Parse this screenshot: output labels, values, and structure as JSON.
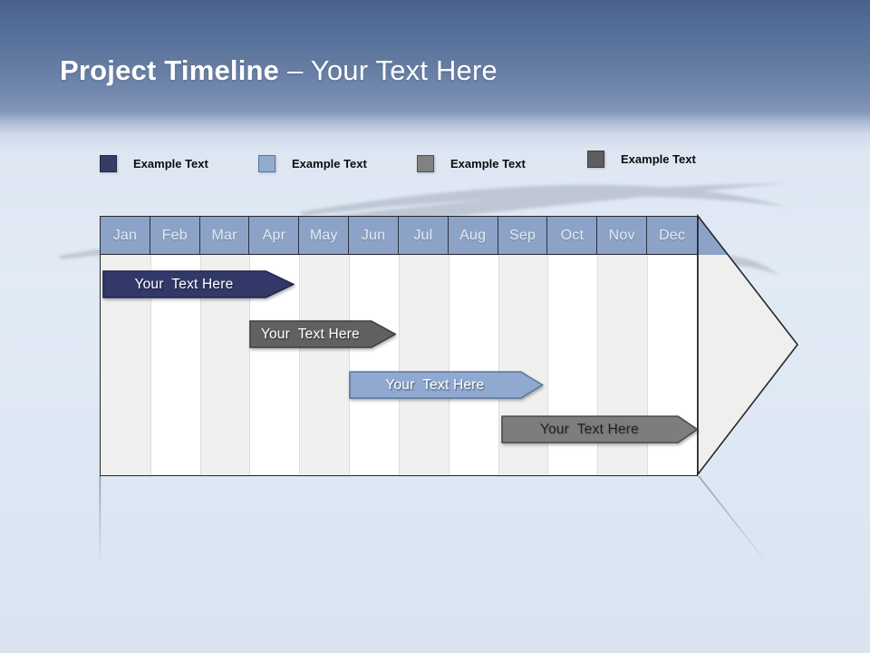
{
  "slide_title": {
    "emphasis": "Project Timeline",
    "subtitle": "– Your Text Here"
  },
  "legend": {
    "items": [
      {
        "label": "Example Text",
        "fill": "#353c66",
        "border": "#24294a"
      },
      {
        "label": "Example Text",
        "fill": "#92accf",
        "border": "#5c7495"
      },
      {
        "label": "Example Text",
        "fill": "#818181",
        "border": "#4f4f4f"
      },
      {
        "label": "Example Text",
        "fill": "#5e5e5e",
        "border": "#3d3d3d"
      }
    ]
  },
  "timeline": {
    "months": [
      "Jan",
      "Feb",
      "Mar",
      "Apr",
      "May",
      "Jun",
      "Jul",
      "Aug",
      "Sep",
      "Oct",
      "Nov",
      "Dec"
    ],
    "header": {
      "fill": "#8ca3c7",
      "text_color": "#e4eaf4"
    },
    "bars": [
      {
        "label": "Your  Text Here",
        "fill": "#323968",
        "border": "#20254a",
        "text_color": "#ffffff",
        "row": 1,
        "start": 0.05,
        "body_end": 3.33,
        "tip_end": 3.9
      },
      {
        "label": "Your  Text Here",
        "fill": "#616161",
        "border": "#3f3f3f",
        "text_color": "#ffffff",
        "row": 2,
        "start": 3.0,
        "body_end": 5.45,
        "tip_end": 5.95
      },
      {
        "label": "Your  Text Here",
        "fill": "#8fa9d1",
        "border": "#5b7499",
        "text_color": "#ffffff",
        "row": 3,
        "start": 5.0,
        "body_end": 8.45,
        "tip_end": 8.9
      },
      {
        "label": "Your  Text Here",
        "fill": "#7d7d7d",
        "border": "#4a4a4a",
        "text_color": "#222222",
        "row": 4,
        "start": 8.05,
        "body_end": 11.6,
        "tip_end": 12.0
      }
    ]
  }
}
